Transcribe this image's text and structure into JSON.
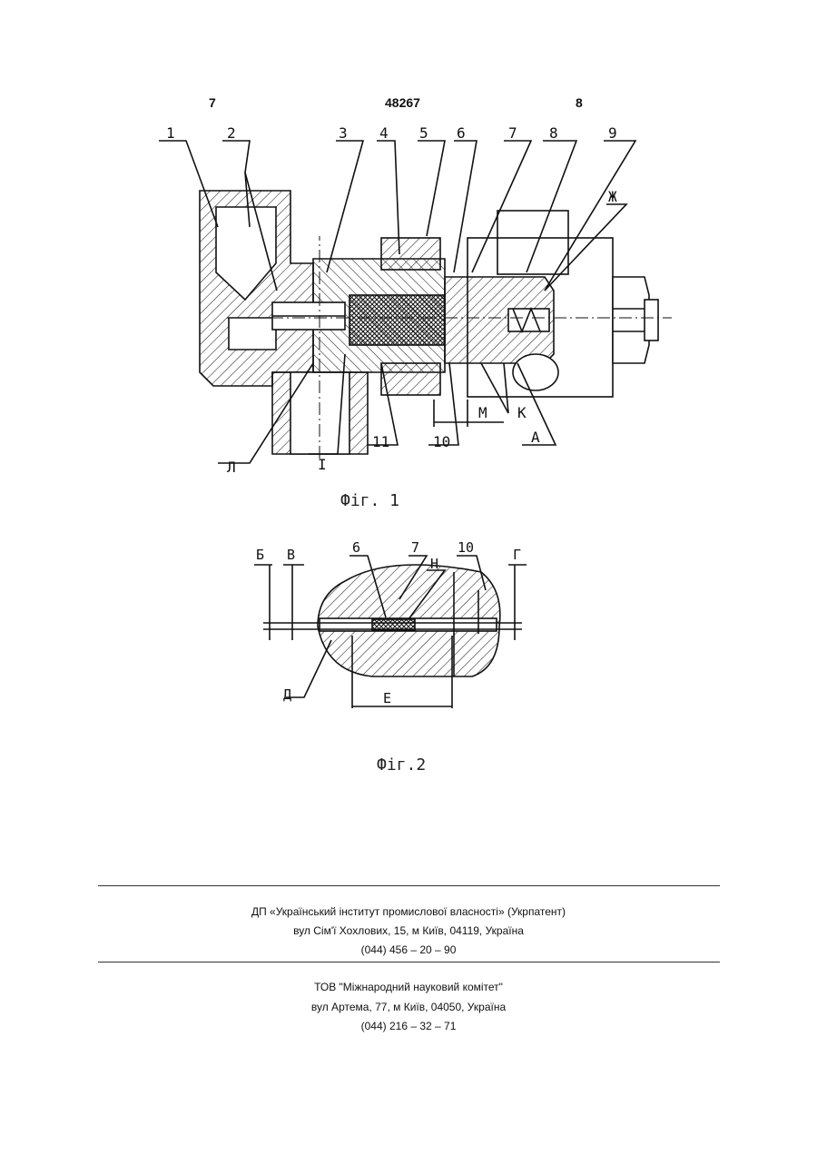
{
  "header": {
    "page_left": "7",
    "patent_number": "48267",
    "page_right": "8"
  },
  "figure1": {
    "caption": "Фіг. 1",
    "callouts_top": [
      "1",
      "2",
      "3",
      "4",
      "5",
      "6",
      "7",
      "8",
      "9"
    ],
    "label_zh": "Ж",
    "label_m": "М",
    "label_k": "К",
    "label_a": "А",
    "label_l": "Л",
    "label_i": "І",
    "label_11": "11",
    "label_10": "10"
  },
  "figure2": {
    "caption": "Фіг.2",
    "label_b": "Б",
    "label_v": "В",
    "label_6": "6",
    "label_7": "7",
    "label_10": "10",
    "label_n": "Н",
    "label_g": "Г",
    "label_d": "Д",
    "label_e": "Е"
  },
  "footer": {
    "org1_line1": "ДП «Український інститут промислової власності» (Укрпатент)",
    "org1_line2": "вул  Сім'ї Хохлових, 15, м  Київ, 04119, Україна",
    "org1_line3": "(044) 456 – 20 –  90",
    "org2_line1": "ТОВ \"Міжнародний науковий комітет\"",
    "org2_line2": "вул  Артема, 77, м  Київ, 04050, Україна",
    "org2_line3": "(044) 216 – 32 – 71"
  }
}
